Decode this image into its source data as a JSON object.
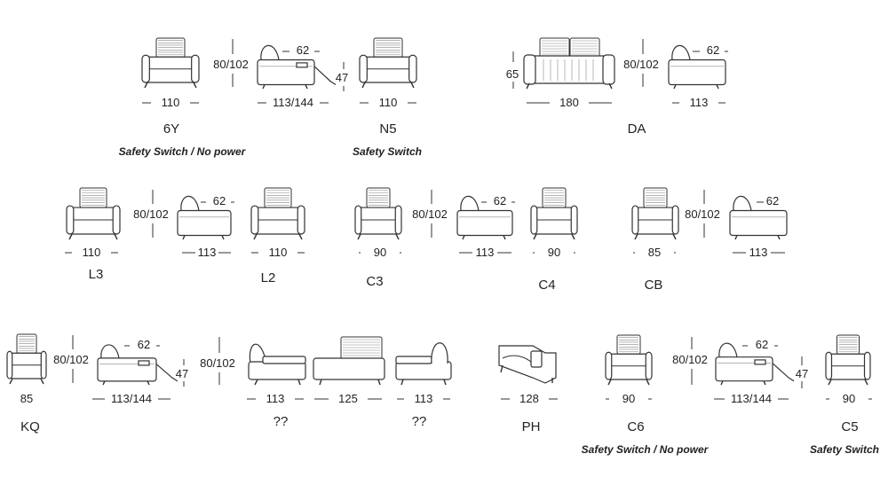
{
  "modules": [
    {
      "code": "6Y",
      "width": "110",
      "note": "Safety Switch / No power",
      "side": {
        "height": "80/102",
        "depth": "113/144",
        "head": "62",
        "recline_height": "47"
      }
    },
    {
      "code": "N5",
      "width": "110",
      "note": "Safety Switch"
    },
    {
      "code": "DA",
      "width": "180",
      "height": "65",
      "side": {
        "height": "80/102",
        "depth": "113",
        "head": "62"
      }
    },
    {
      "code": "L3",
      "width": "110",
      "side": {
        "height": "80/102",
        "depth": "113",
        "head": "62"
      }
    },
    {
      "code": "L2",
      "width": "110"
    },
    {
      "code": "C3",
      "width": "90",
      "side": {
        "height": "80/102",
        "depth": "113",
        "head": "62"
      }
    },
    {
      "code": "C4",
      "width": "90"
    },
    {
      "code": "CB",
      "width": "85",
      "side": {
        "height": "80/102",
        "depth": "113",
        "head": "62"
      }
    },
    {
      "code": "KQ",
      "width": "85",
      "side": {
        "height": "80/102",
        "depth": "113/144",
        "head": "62",
        "recline_height": "47"
      }
    },
    {
      "code": "??",
      "width": "113",
      "side": {
        "height": "80/102"
      }
    },
    {
      "code": "",
      "width": "125"
    },
    {
      "code": "??",
      "width": "113"
    },
    {
      "code": "PH",
      "width": "128"
    },
    {
      "code": "C6",
      "width": "90",
      "note": "Safety Switch / No power",
      "side": {
        "height": "80/102",
        "depth": "113/144",
        "head": "62",
        "recline_height": "47"
      }
    },
    {
      "code": "C5",
      "width": "90",
      "note": "Safety Switch"
    }
  ]
}
